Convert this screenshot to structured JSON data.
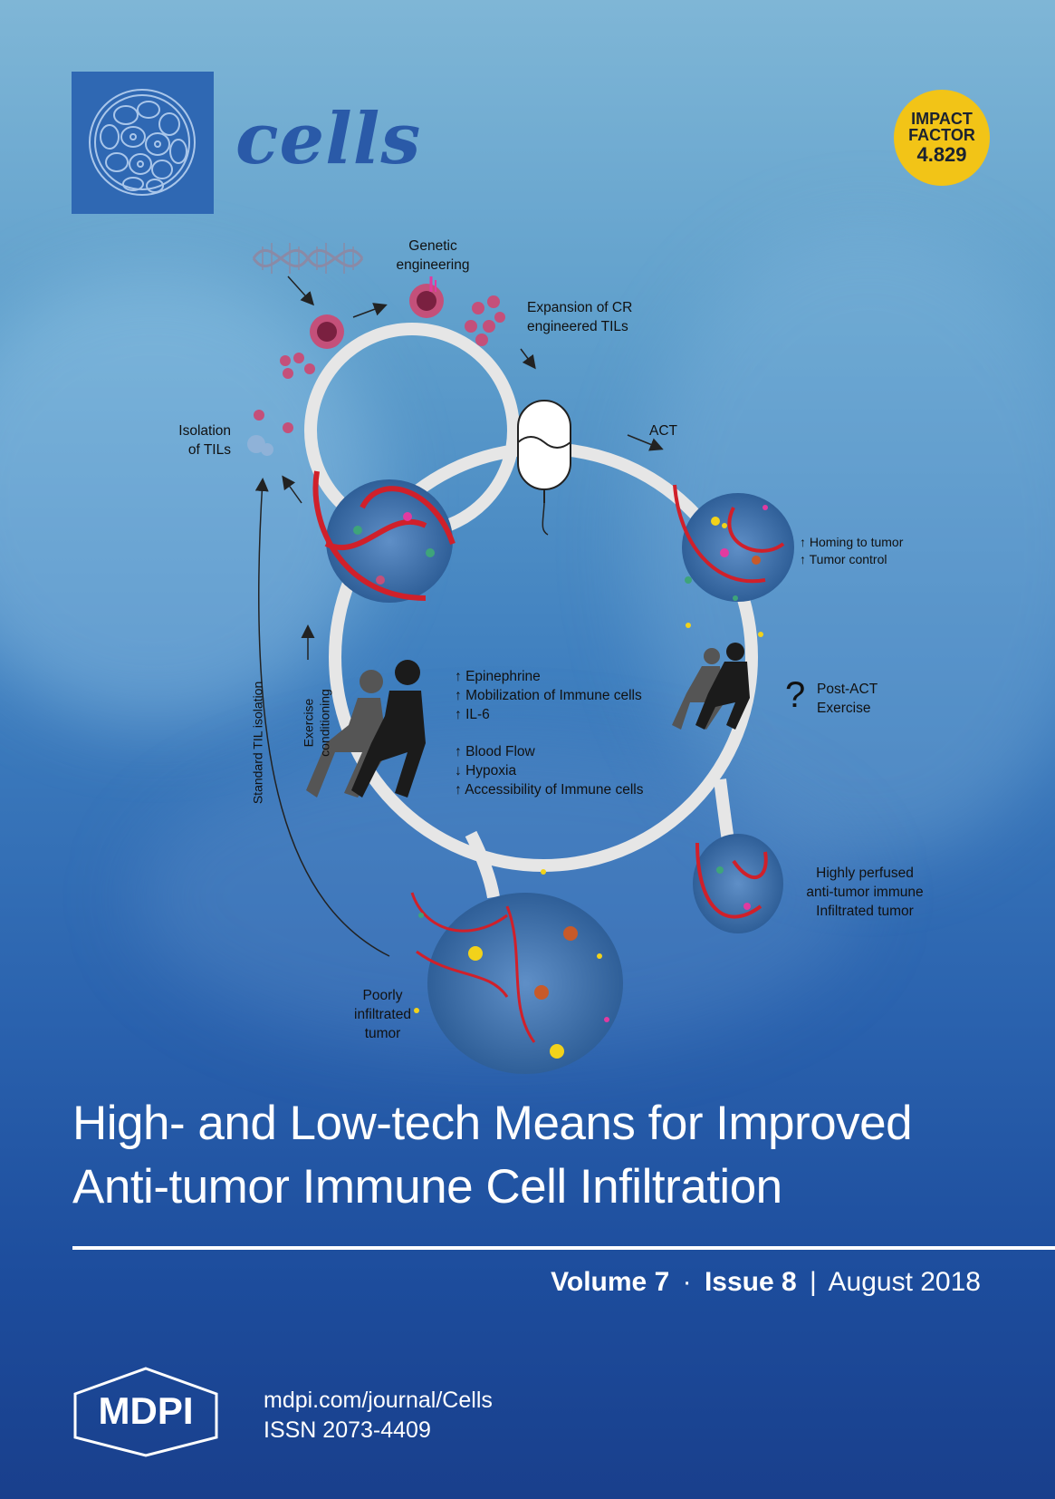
{
  "journal": {
    "name": "cells"
  },
  "impact_factor": {
    "line1": "IMPACT",
    "line2": "FACTOR",
    "value": "4.829"
  },
  "diagram": {
    "genetic_engineering": [
      "Genetic",
      "engineering"
    ],
    "expansion": [
      "Expansion of CR",
      "engineered TILs"
    ],
    "isolation": [
      "Isolation",
      "of TILs"
    ],
    "act": "ACT",
    "homing": [
      "Homing to tumor",
      "Tumor control"
    ],
    "standard_til": "Standard TIL isolation",
    "exercise_conditioning": [
      "Exercise",
      "conditioning"
    ],
    "effects_group1": [
      "Epinephrine",
      "Mobilization of Immune cells",
      "IL-6"
    ],
    "effects_group2": [
      {
        "arrow": "up",
        "text": "Blood Flow"
      },
      {
        "arrow": "down",
        "text": "Hypoxia"
      },
      {
        "arrow": "up",
        "text": "Accessibility of Immune cells"
      }
    ],
    "question_mark": "?",
    "post_act": [
      "Post-ACT",
      "Exercise"
    ],
    "highly_perfused": [
      "Highly perfused",
      "anti-tumor immune",
      "Infiltrated tumor"
    ],
    "poorly_infiltrated": [
      "Poorly",
      "infiltrated",
      "tumor"
    ]
  },
  "title": {
    "line1": "High- and Low-tech Means for Improved",
    "line2": "Anti-tumor Immune Cell Infiltration"
  },
  "issue": {
    "volume": "Volume 7",
    "dot": "·",
    "issue": "Issue 8",
    "bar": "|",
    "date": "August 2018"
  },
  "publisher": {
    "name": "MDPI",
    "url": "mdpi.com/journal/Cells",
    "issn": "ISSN 2073-4409"
  },
  "colors": {
    "badge": "#f2c417",
    "logo_box": "#2f68b3",
    "journal_text": "#2a5aa8",
    "tumor_red": "#d0202a"
  }
}
